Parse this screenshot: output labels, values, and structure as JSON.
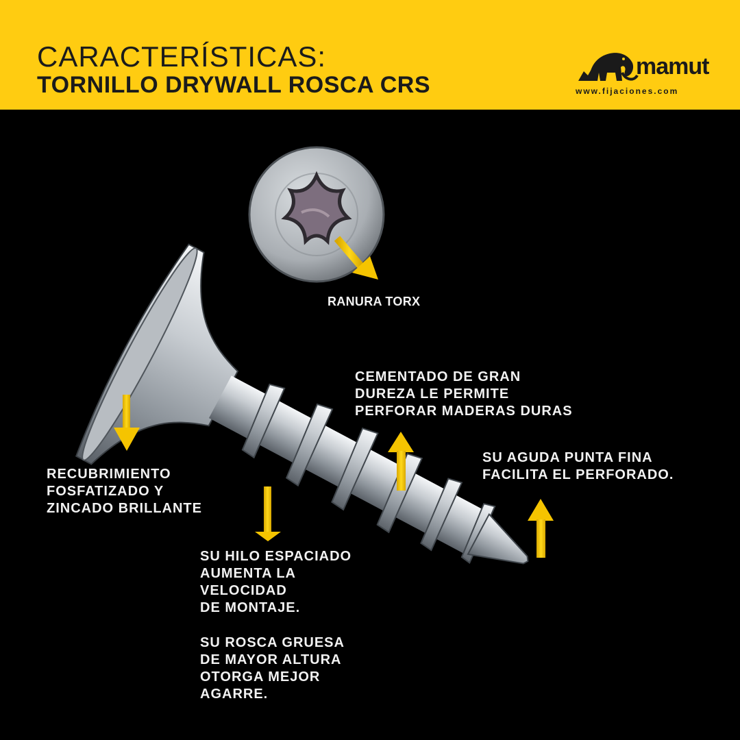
{
  "header": {
    "title_line1": "CARACTERÍSTICAS:",
    "title_line2": "TORNILLO DRYWALL ROSCA CRS",
    "background_color": "#ffcc11"
  },
  "logo": {
    "icon": "mammoth-icon",
    "brand": "mamut",
    "url": "www.fijaciones.com"
  },
  "callouts": {
    "torx": "RANURA TORX",
    "coating": "RECUBRIMIENTO\nFOSFATIZADO Y\nZINCADO BRILLANTE",
    "hardened": "CEMENTADO DE GRAN\nDUREZA LE PERMITE\nPERFORAR MADERAS DURAS",
    "tip": "SU AGUDA PUNTA FINA\nFACILITA EL PERFORADO.",
    "thread": "SU HILO ESPACIADO\nAUMENTA LA\nVELOCIDAD\nDE MONTAJE.",
    "grip": "SU ROSCA GRUESA\nDE MAYOR ALTURA\nOTORGA MEJOR\nAGARRE."
  },
  "colors": {
    "arrow": "#f5c400",
    "background": "#000000",
    "text": "#f2f2f2"
  }
}
